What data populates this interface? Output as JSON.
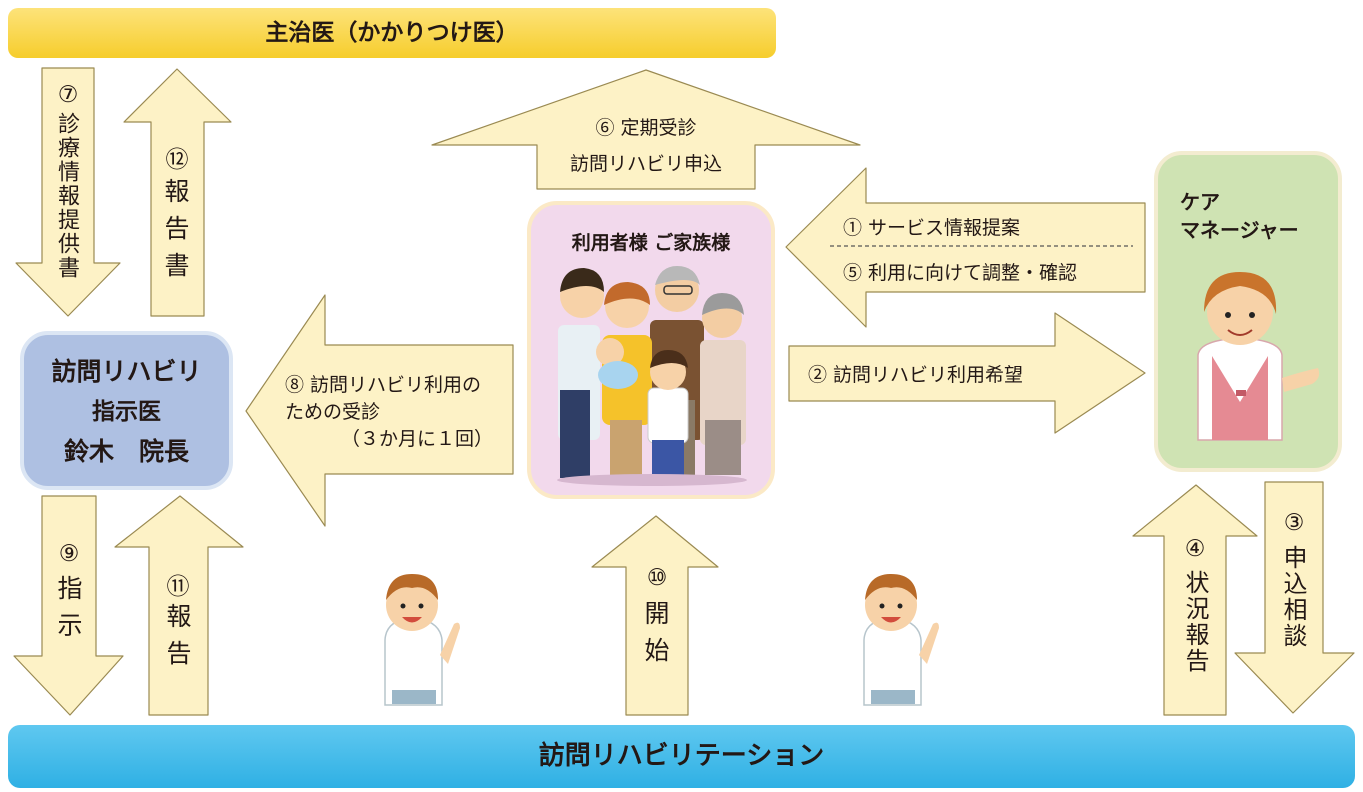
{
  "header_label": "主治医（かかりつけ医）",
  "footer_label": "訪問リハビリテーション",
  "doctor_box": {
    "line1": "訪問リハビリ",
    "line2": "指示医",
    "line3": "鈴木　院長"
  },
  "family_box": {
    "title": "利用者様 ご家族様"
  },
  "caremanager_box": {
    "line1": "ケア",
    "line2": "マネージャー"
  },
  "arrows": {
    "a7": {
      "num": "⑦",
      "text": "診療情報提供書"
    },
    "a12": {
      "num": "⑫",
      "text": "報告書"
    },
    "a6": {
      "line1": "⑥ 定期受診",
      "line2": "訪問リハビリ申込"
    },
    "a1_5": {
      "line1": "① サービス情報提案",
      "line2": "⑤ 利用に向けて調整・確認"
    },
    "a2": {
      "text": "② 訪問リハビリ利用希望"
    },
    "a8": {
      "line1": "⑧ 訪問リハビリ利用の",
      "line2": "ための受診",
      "line3": "（３か月に１回）"
    },
    "a9": {
      "num": "⑨",
      "text": "指示"
    },
    "a11": {
      "num": "⑪",
      "text": "報告"
    },
    "a10": {
      "num": "⑩",
      "text": "開始"
    },
    "a4": {
      "num": "④",
      "text": "状況報告"
    },
    "a3": {
      "num": "③",
      "text": "申込相談"
    }
  },
  "colors": {
    "header": "#fad53c",
    "footer": "#3fbaea",
    "arrow_fill": "#fdf2c6",
    "arrow_stroke": "#9a8a52",
    "doctor_box": "#aec0e2",
    "family_box": "#f2d9ec",
    "caremanager_box": "#cfe3b3"
  }
}
